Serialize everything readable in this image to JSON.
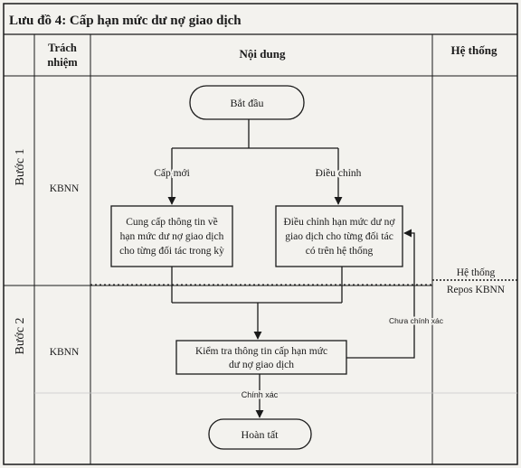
{
  "title": "Lưu đồ 4: Cấp hạn mức dư nợ giao dịch",
  "header": {
    "responsibility_line1": "Trách",
    "responsibility_line2": "nhiệm",
    "content": "Nội dung",
    "system": "Hệ thống"
  },
  "steps": [
    {
      "label": "Bước 1",
      "responsible": "KBNN"
    },
    {
      "label": "Bước 2",
      "responsible": "KBNN"
    }
  ],
  "nodes": {
    "start": "Bắt đầu",
    "provide_line1": "Cung cấp thông tin về",
    "provide_line2": "hạn mức dư nợ giao dịch",
    "provide_line3": "cho từng đối tác trong kỳ",
    "adjust_line1": "Điều chỉnh hạn mức dư nợ",
    "adjust_line2": "giao dịch cho từng đối tác",
    "adjust_line3": "có trên hệ thống",
    "check_line1": "Kiểm tra thông tin cấp hạn mức",
    "check_line2": "dư nợ giao dịch",
    "end": "Hoàn tất"
  },
  "edges": {
    "new_grant": "Cấp mới",
    "adjust": "Điều chỉnh",
    "incorrect": "Chưa chính xác",
    "correct": "Chính xác"
  },
  "system_boundary": {
    "upper": "Hệ thống",
    "lower": "Repos KBNN"
  },
  "colors": {
    "line": "#1a1a1a",
    "paper": "#f3f2ee",
    "grid": "#c9c9c9"
  }
}
